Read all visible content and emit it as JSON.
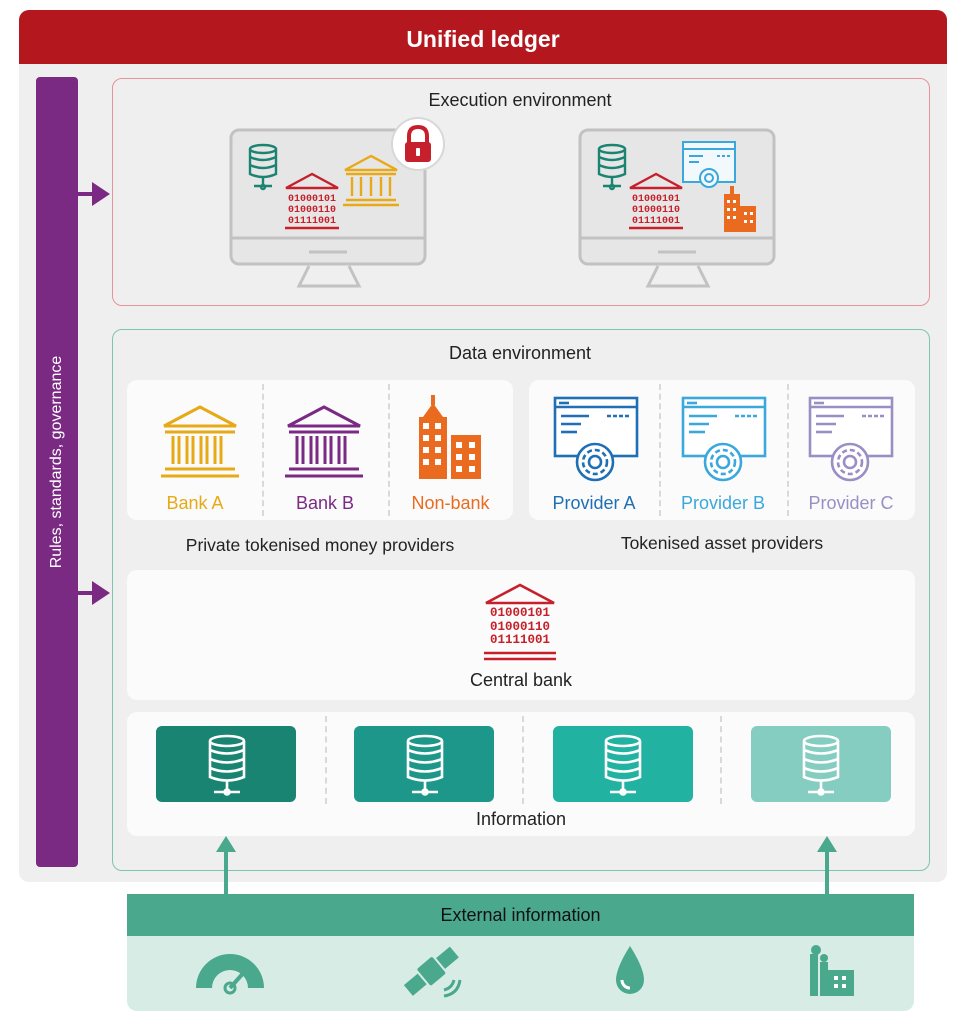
{
  "header": {
    "title": "Unified ledger"
  },
  "side_bar": {
    "label": "Rules, standards, governance"
  },
  "execution": {
    "title": "Execution environment"
  },
  "data_env": {
    "title": "Data environment",
    "money_providers": {
      "caption": "Private tokenised money providers",
      "items": [
        {
          "label": "Bank A",
          "color": "#e8a916"
        },
        {
          "label": "Bank B",
          "color": "#7b2a84"
        },
        {
          "label": "Non-bank",
          "color": "#ea6b1f"
        }
      ]
    },
    "asset_providers": {
      "caption": "Tokenised asset providers",
      "items": [
        {
          "label": "Provider A",
          "color": "#1f6fb5"
        },
        {
          "label": "Provider B",
          "color": "#3aa8dc"
        },
        {
          "label": "Provider C",
          "color": "#9a8fc4"
        }
      ]
    },
    "central_bank": {
      "label": "Central bank",
      "binary": [
        "01000101",
        "01000110",
        "01111001"
      ],
      "color": "#c5202b"
    },
    "information": {
      "label": "Information",
      "tile_colors": [
        "#198472",
        "#1c978a",
        "#22b2a2",
        "#85cdc1"
      ]
    }
  },
  "external": {
    "title": "External information",
    "icons": [
      "gauge-icon",
      "satellite-icon",
      "water-drop-icon",
      "factory-icon"
    ],
    "color": "#4aa88d"
  },
  "colors": {
    "ledger_red": "#b5171f",
    "governance_purple": "#7b2a84",
    "teal": "#198472"
  }
}
